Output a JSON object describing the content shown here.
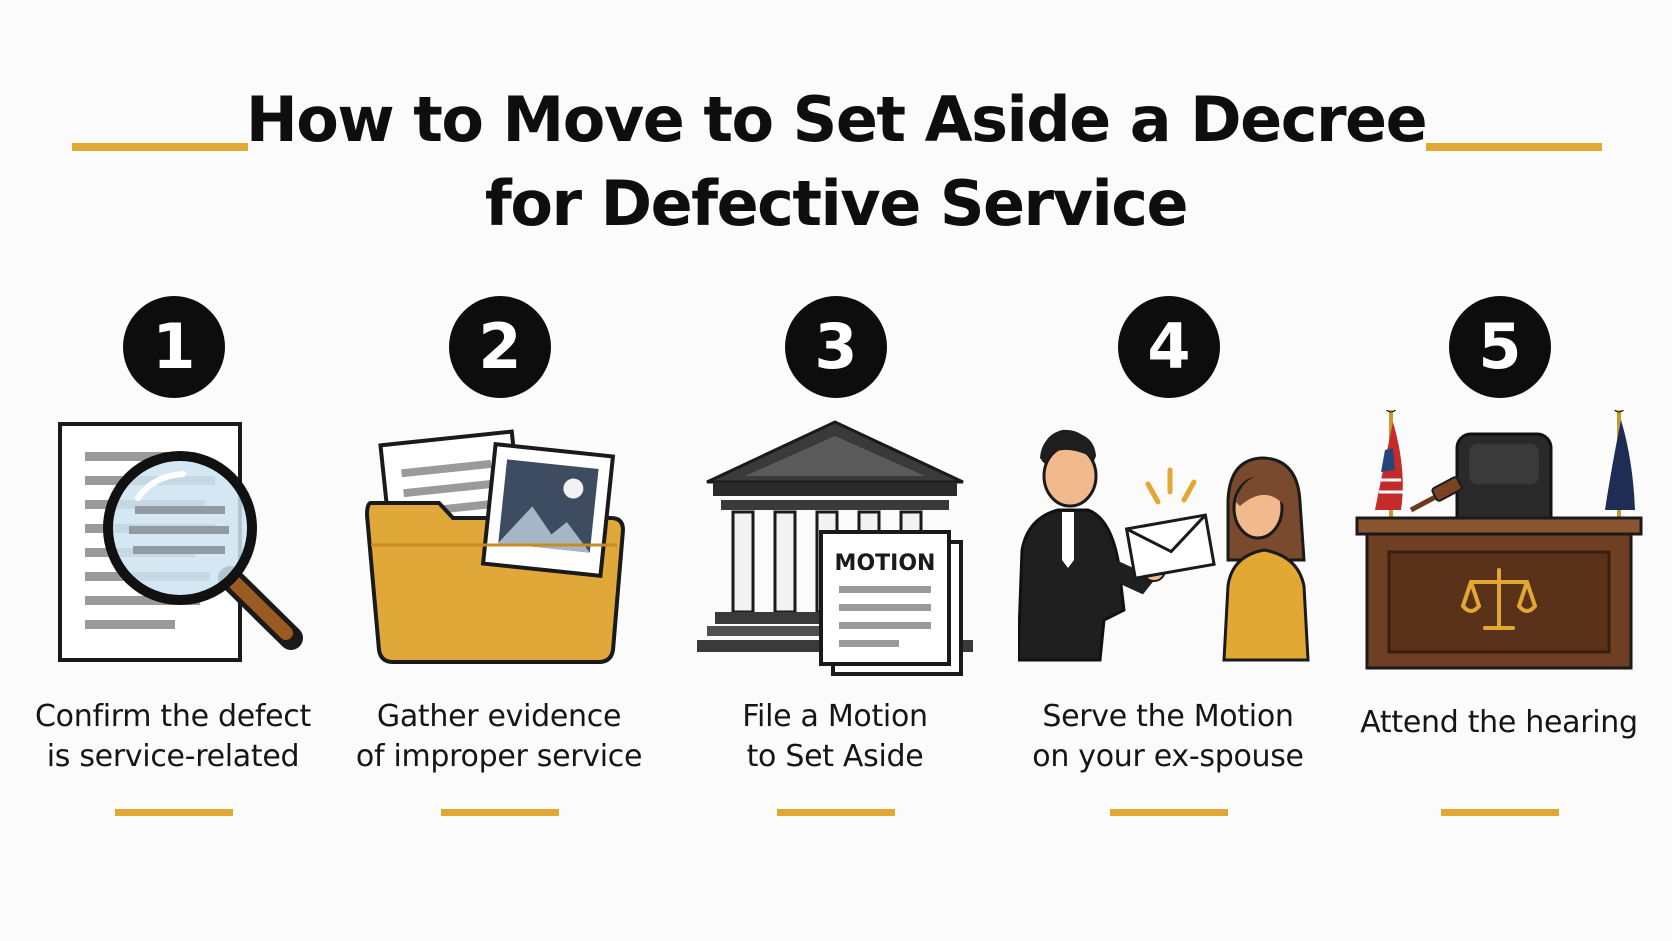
{
  "title": {
    "line1": "How to Move to Set Aside a Decree",
    "line2": "for Defective Service"
  },
  "colors": {
    "accent": "#e2a834",
    "ink": "#0d0d0d",
    "background": "#fbfbfb"
  },
  "steps": [
    {
      "number": "1",
      "icon": "document-magnifier-icon",
      "caption_line1": "Confirm the defect",
      "caption_line2": "is service-related"
    },
    {
      "number": "2",
      "icon": "evidence-folder-icon",
      "caption_line1": "Gather evidence",
      "caption_line2": "of improper service"
    },
    {
      "number": "3",
      "icon": "courthouse-motion-icon",
      "caption_line1": "File a Motion",
      "caption_line2": "to Set Aside",
      "document_label": "MOTION"
    },
    {
      "number": "4",
      "icon": "serve-envelope-icon",
      "caption_line1": "Serve the Motion",
      "caption_line2": "on your ex-spouse"
    },
    {
      "number": "5",
      "icon": "courtroom-bench-icon",
      "caption_line1": "Attend the hearing",
      "caption_line2": ""
    }
  ]
}
